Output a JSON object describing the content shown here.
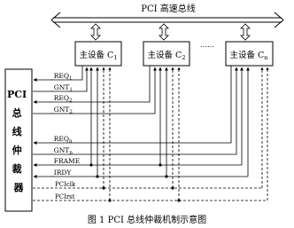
{
  "bus": {
    "label": "PCI 高速总线"
  },
  "arbiter": {
    "label_lines": [
      "PCI",
      "总",
      "线",
      "仲",
      "裁",
      "器"
    ]
  },
  "masters": [
    {
      "label": "主设备 C",
      "subscript": "1"
    },
    {
      "label": "主设备 C",
      "subscript": "2"
    },
    {
      "label": "主设备 C",
      "subscript": "n"
    }
  ],
  "ellipsis": "……",
  "signals": [
    {
      "name": "REQ",
      "subscript": "1"
    },
    {
      "name": "GNT",
      "subscript": "1"
    },
    {
      "name": "REQ",
      "subscript": "2"
    },
    {
      "name": "GNT",
      "subscript": "2"
    },
    {
      "name": "REQ",
      "subscript": "n"
    },
    {
      "name": "GNT",
      "subscript": "n"
    },
    {
      "name": "FRAME",
      "subscript": ""
    },
    {
      "name": "IRDY",
      "subscript": ""
    },
    {
      "name": "PCIclk",
      "subscript": ""
    },
    {
      "name": "PCIrst",
      "subscript": ""
    }
  ],
  "caption": "图 1   PCI 总线仲裁机制示意图"
}
